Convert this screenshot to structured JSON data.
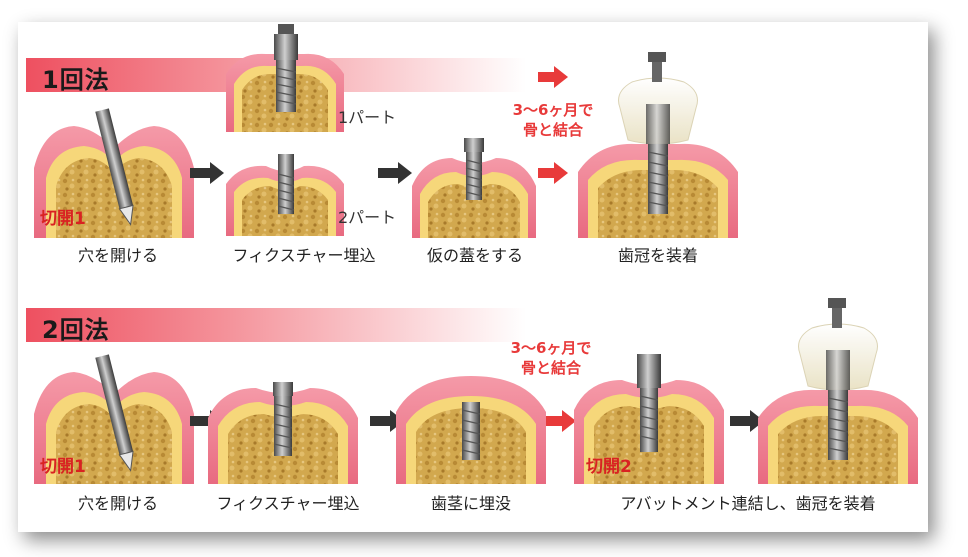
{
  "method1": {
    "title": "1回法",
    "steps": [
      "穴を開ける",
      "フィクスチャー埋込",
      "仮の蓋をする",
      "歯冠を装着"
    ],
    "incision": "切開1",
    "part1": "1パート",
    "part2": "2パート",
    "wait": [
      "3～6ヶ月で",
      "骨と結合"
    ]
  },
  "method2": {
    "title": "2回法",
    "steps": [
      "穴を開ける",
      "フィクスチャー埋込",
      "歯茎に埋没",
      "アバットメント連結し、歯冠を装着"
    ],
    "incision1": "切開1",
    "incision2": "切開2",
    "wait": [
      "3～6ヶ月で",
      "骨と結合"
    ]
  },
  "colors": {
    "gum": "#f0889a",
    "bone": "#d2a84e",
    "cortical": "#f6d77a",
    "accent": "#e83a3a"
  }
}
